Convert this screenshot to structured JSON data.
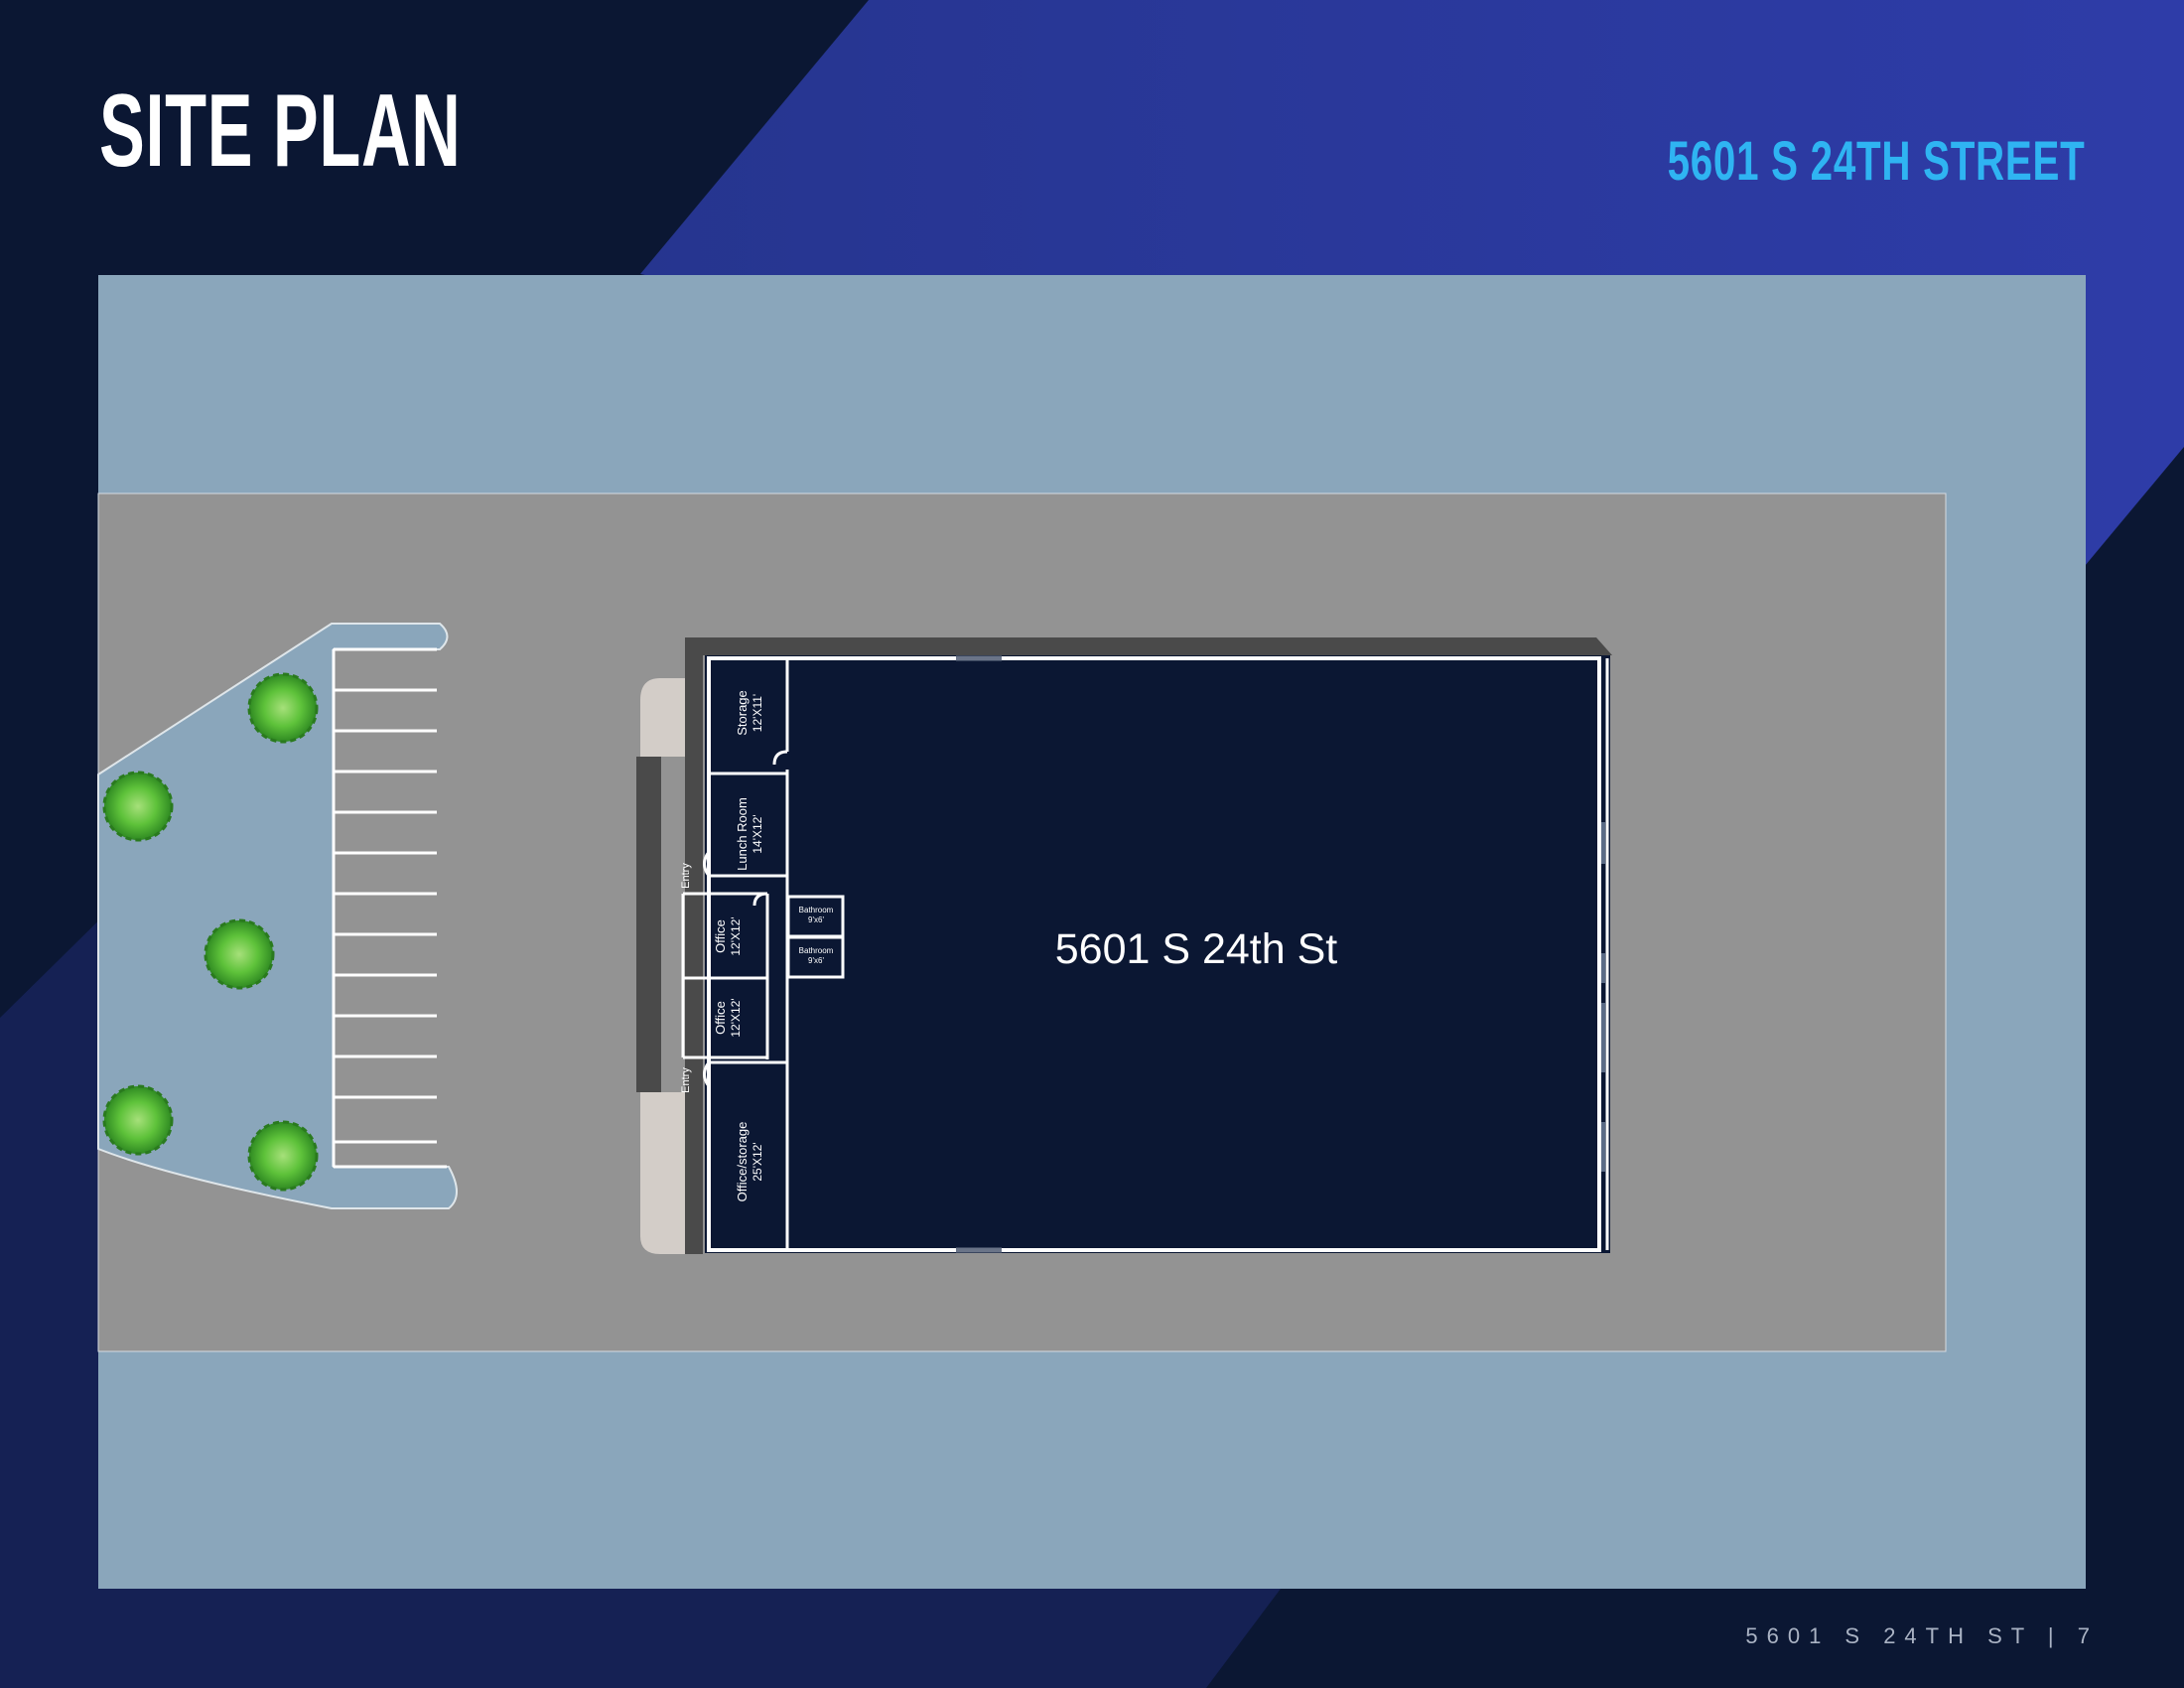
{
  "header": {
    "title": "SITE PLAN",
    "address": "5601 S 24TH STREET"
  },
  "footer": {
    "text": "5601 S 24TH ST | 7"
  },
  "building": {
    "label": "5601 S 24th St",
    "rooms": [
      {
        "id": "storage",
        "name": "Storage",
        "size": "12'X11'"
      },
      {
        "id": "lunch-room",
        "name": "Lunch Room",
        "size": "14'X12'"
      },
      {
        "id": "office-1",
        "name": "Office",
        "size": "12'X12'"
      },
      {
        "id": "office-2",
        "name": "Office",
        "size": "12'X12'"
      },
      {
        "id": "office-storage",
        "name": "Office/storage",
        "size": "25'X12'"
      },
      {
        "id": "bathroom-1",
        "name": "Bathroom",
        "size": "9'x6'"
      },
      {
        "id": "bathroom-2",
        "name": "Bathroom",
        "size": "9'x6'"
      }
    ],
    "entries": [
      "Entry",
      "Entry"
    ]
  },
  "colors": {
    "navy": "#0b1733",
    "blue_accent": "#2a3a9e",
    "site_blue": "#8aa6bb",
    "pavement": "#939393",
    "building": "#0b1733",
    "tree": "#5ec23a",
    "address_blue": "#2fb4f2"
  }
}
